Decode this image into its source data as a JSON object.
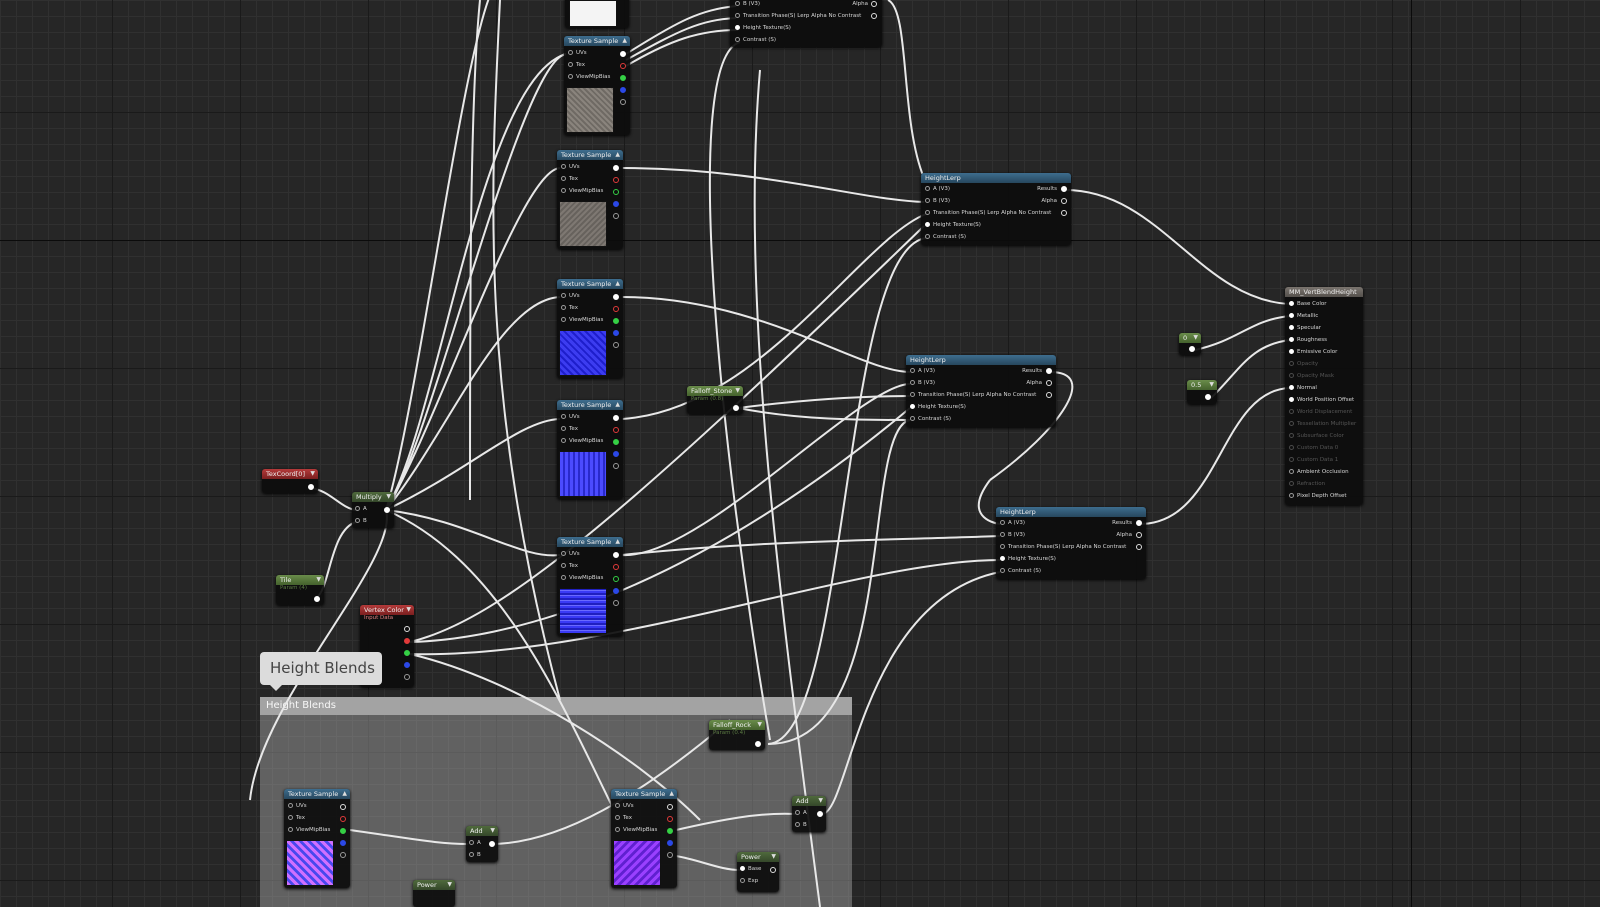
{
  "app": {
    "title": "Material Editor Graph"
  },
  "comment": {
    "bubble_text": "Height Blends",
    "box_title": "Height Blends"
  },
  "texture_sample": {
    "title": "Texture Sample",
    "pin_uvs": "UVs",
    "pin_tex": "Tex",
    "pin_viewmip": "ViewMipBias"
  },
  "height_lerp": {
    "title": "HeightLerp",
    "pin_a": "A (V3)",
    "pin_b": "B (V3)",
    "pin_transition": "Transition Phase(S) Lerp Alpha No Contrast",
    "pin_height": "Height Texture(S)",
    "pin_contrast": "Contrast (S)",
    "out_results": "Results",
    "out_alpha": "Alpha"
  },
  "texcoord": {
    "title": "TexCoord[0]"
  },
  "multiply": {
    "title": "Multiply",
    "pin_a": "A",
    "pin_b": "B"
  },
  "tile": {
    "title": "Tile",
    "subtitle": "Param (4)"
  },
  "vertex_color": {
    "title": "Vertex Color",
    "subtitle": "Input Data"
  },
  "falloff_stone": {
    "title": "Falloff_Stone",
    "subtitle": "Param (0.8)"
  },
  "falloff_rock": {
    "title": "Falloff_Rock",
    "subtitle": "Param (0.4)"
  },
  "const_zero": {
    "title": "0"
  },
  "const_half": {
    "title": "0.5"
  },
  "add": {
    "title": "Add",
    "pin_a": "A",
    "pin_b": "B"
  },
  "power": {
    "title": "Power",
    "pin_base": "Base",
    "pin_exp": "Exp"
  },
  "result": {
    "title": "MM_VertBlendHeight",
    "pins": [
      {
        "label": "Base Color",
        "active": true
      },
      {
        "label": "Metallic",
        "active": true
      },
      {
        "label": "Specular",
        "active": true
      },
      {
        "label": "Roughness",
        "active": true
      },
      {
        "label": "Emissive Color",
        "active": true
      },
      {
        "label": "Opacity",
        "active": false
      },
      {
        "label": "Opacity Mask",
        "active": false
      },
      {
        "label": "Normal",
        "active": true
      },
      {
        "label": "World Position Offset",
        "active": true
      },
      {
        "label": "World Displacement",
        "active": false
      },
      {
        "label": "Tessellation Multiplier",
        "active": false
      },
      {
        "label": "Subsurface Color",
        "active": false
      },
      {
        "label": "Custom Data 0",
        "active": false
      },
      {
        "label": "Custom Data 1",
        "active": false
      },
      {
        "label": "Ambient Occlusion",
        "active": true
      },
      {
        "label": "Refraction",
        "active": false
      },
      {
        "label": "Pixel Depth Offset",
        "active": true
      }
    ]
  }
}
